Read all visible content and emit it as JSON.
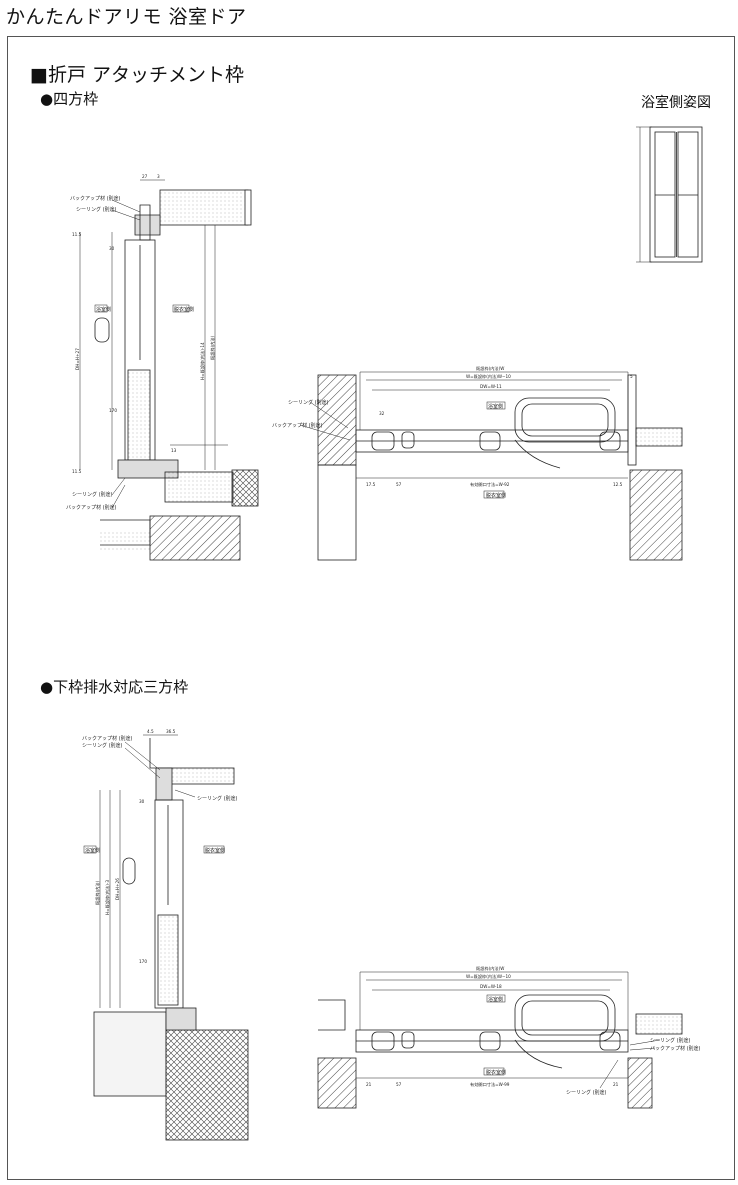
{
  "header": {
    "title": "かんたんドアリモ 浴室ドア"
  },
  "section": {
    "title": "■折戸 アタッチメント枠"
  },
  "subsections": {
    "four_side": "●四方枠",
    "three_side": "●下枠排水対応三方枠"
  },
  "side_view": {
    "title": "浴室側姿図"
  },
  "labels": {
    "backup": "バックアップ材 (別途)",
    "sealing": "シーリング (別途)",
    "bath_side": "浴室側",
    "dressing_side": "脱衣室側",
    "sealing_b": "シーリング (別途)",
    "backup_b": "バックアップ材 (別途)"
  },
  "dims": {
    "v1_27": "27",
    "v1_3": "3",
    "v1_dh": "DH=H+27",
    "v1_hh": "H=既設枠(内法)-14",
    "v1_hh2": "既設枠(内法)",
    "v1_30": "30",
    "v1_170": "170",
    "v1_13": "13",
    "v1_115a": "11.5",
    "v1_115b": "11.5",
    "h1_top": "既設枠(内法)W",
    "h1_w": "W=既設枠(内法)W−10",
    "h1_dw": "DW=W-11",
    "h1_32": "32",
    "h1_175": "17.5",
    "h1_57": "57",
    "h1_eff": "有効開口寸法=W-92",
    "h1_125": "12.5",
    "h1_5": "5",
    "v2_45": "4.5",
    "v2_365": "36.5",
    "v2_30": "30",
    "v2_dh": "DH=H+26",
    "v2_hh": "H=既設枠(内法)-3",
    "v2_hh2": "既設枠(内法)",
    "v2_170": "170",
    "h2_top": "既設枠(内法)W",
    "h2_w": "W=既設枠(内法)W−10",
    "h2_dw": "DW=W-18",
    "h2_21a": "21",
    "h2_57": "57",
    "h2_eff": "有効開口寸法=W-99",
    "h2_21b": "21"
  },
  "colors": {
    "line": "#222222",
    "hatch": "#444444",
    "frame": "#555555"
  }
}
